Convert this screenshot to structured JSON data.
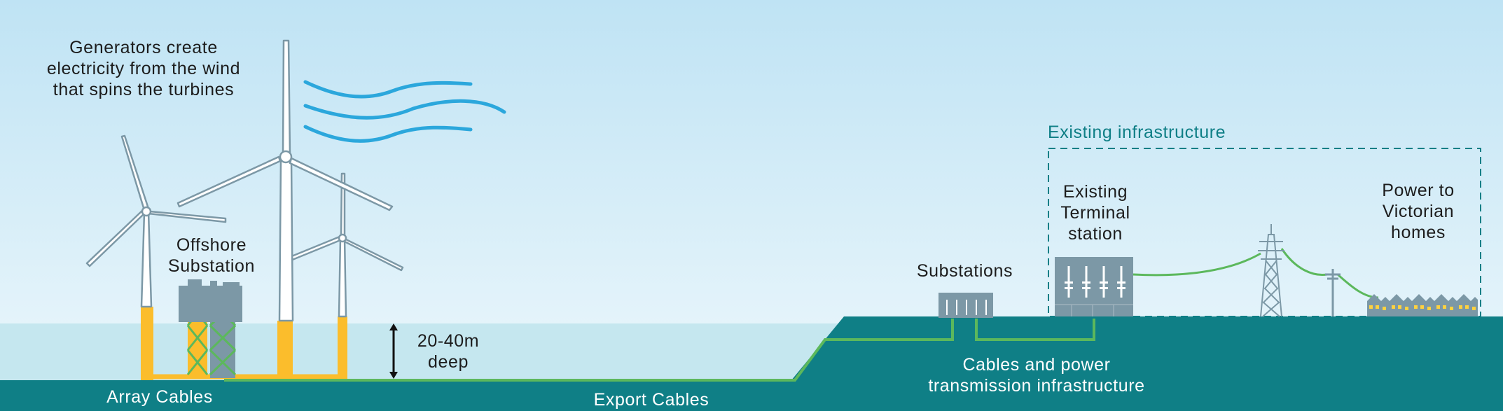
{
  "labels": {
    "generators": "Generators create electricity from the wind that spins the turbines",
    "generators_lines": [
      "Generators create",
      "electricity from the wind",
      "that spins the turbines"
    ],
    "offshore_substation_lines": [
      "Offshore",
      "Substation"
    ],
    "depth_lines": [
      "20-40m",
      "deep"
    ],
    "array_cables": "Array Cables",
    "export_cables": "Export Cables",
    "substations": "Substations",
    "cables_infrastructure_lines": [
      "Cables and power",
      "transmission infrastructure"
    ],
    "existing_infrastructure": "Existing infrastructure",
    "terminal_station_lines": [
      "Existing",
      "Terminal",
      "station"
    ],
    "power_homes_lines": [
      "Power to",
      "Victorian",
      "homes"
    ]
  },
  "icons": [
    "wind-turbine-icon",
    "offshore-substation-icon",
    "wind-gust-icon",
    "substation-icon",
    "terminal-station-icon",
    "transmission-tower-icon",
    "power-pole-icon",
    "houses-icon",
    "depth-arrow-icon"
  ],
  "colors": {
    "sky_top": "#bfe3f4",
    "sky_bottom": "#eef8fc",
    "water": "#c5e7ef",
    "seabed": "#0f7f86",
    "foundation": "#fbbd2c",
    "cable_green": "#5cb85c",
    "wind_blue": "#2ba7dc",
    "equipment": "#7c98a6",
    "label_teal": "#0f7f86"
  }
}
